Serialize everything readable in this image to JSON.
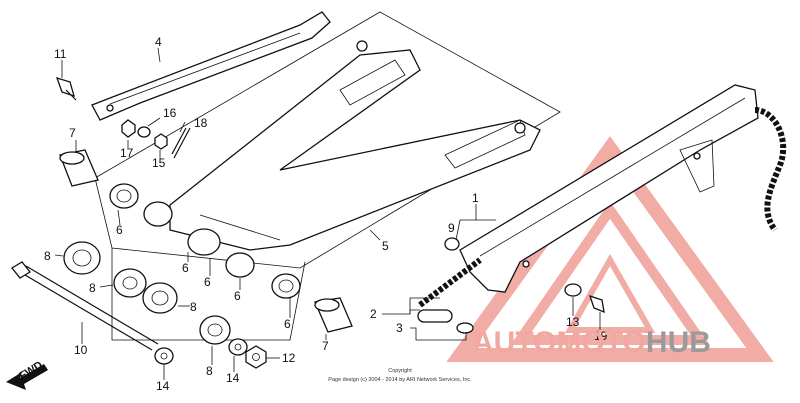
{
  "callouts": {
    "c1": "1",
    "c2": "2",
    "c3": "3",
    "c4": "4",
    "c5": "5",
    "c6a": "6",
    "c6b": "6",
    "c6c": "6",
    "c6d": "6",
    "c6e": "6",
    "c7a": "7",
    "c7b": "7",
    "c8a": "8",
    "c8b": "8",
    "c8c": "8",
    "c8d": "8",
    "c9": "9",
    "c10": "10",
    "c11": "11",
    "c12": "12",
    "c13": "13",
    "c14a": "14",
    "c14b": "14",
    "c15": "15",
    "c16": "16",
    "c17": "17",
    "c18": "18",
    "c19": "19"
  },
  "fwd_label": "FWD",
  "copyright": {
    "line1": "Copyright",
    "line2": "Page design (c) 2004 - 2014 by ARI Network Services, Inc."
  },
  "watermark": {
    "part1": "AUTO",
    "part2": "MOTO",
    "part3": "HUB"
  },
  "colors": {
    "watermark_red": "#f0a8a0",
    "watermark_gray": "#9a9a9a",
    "line": "#111111"
  }
}
